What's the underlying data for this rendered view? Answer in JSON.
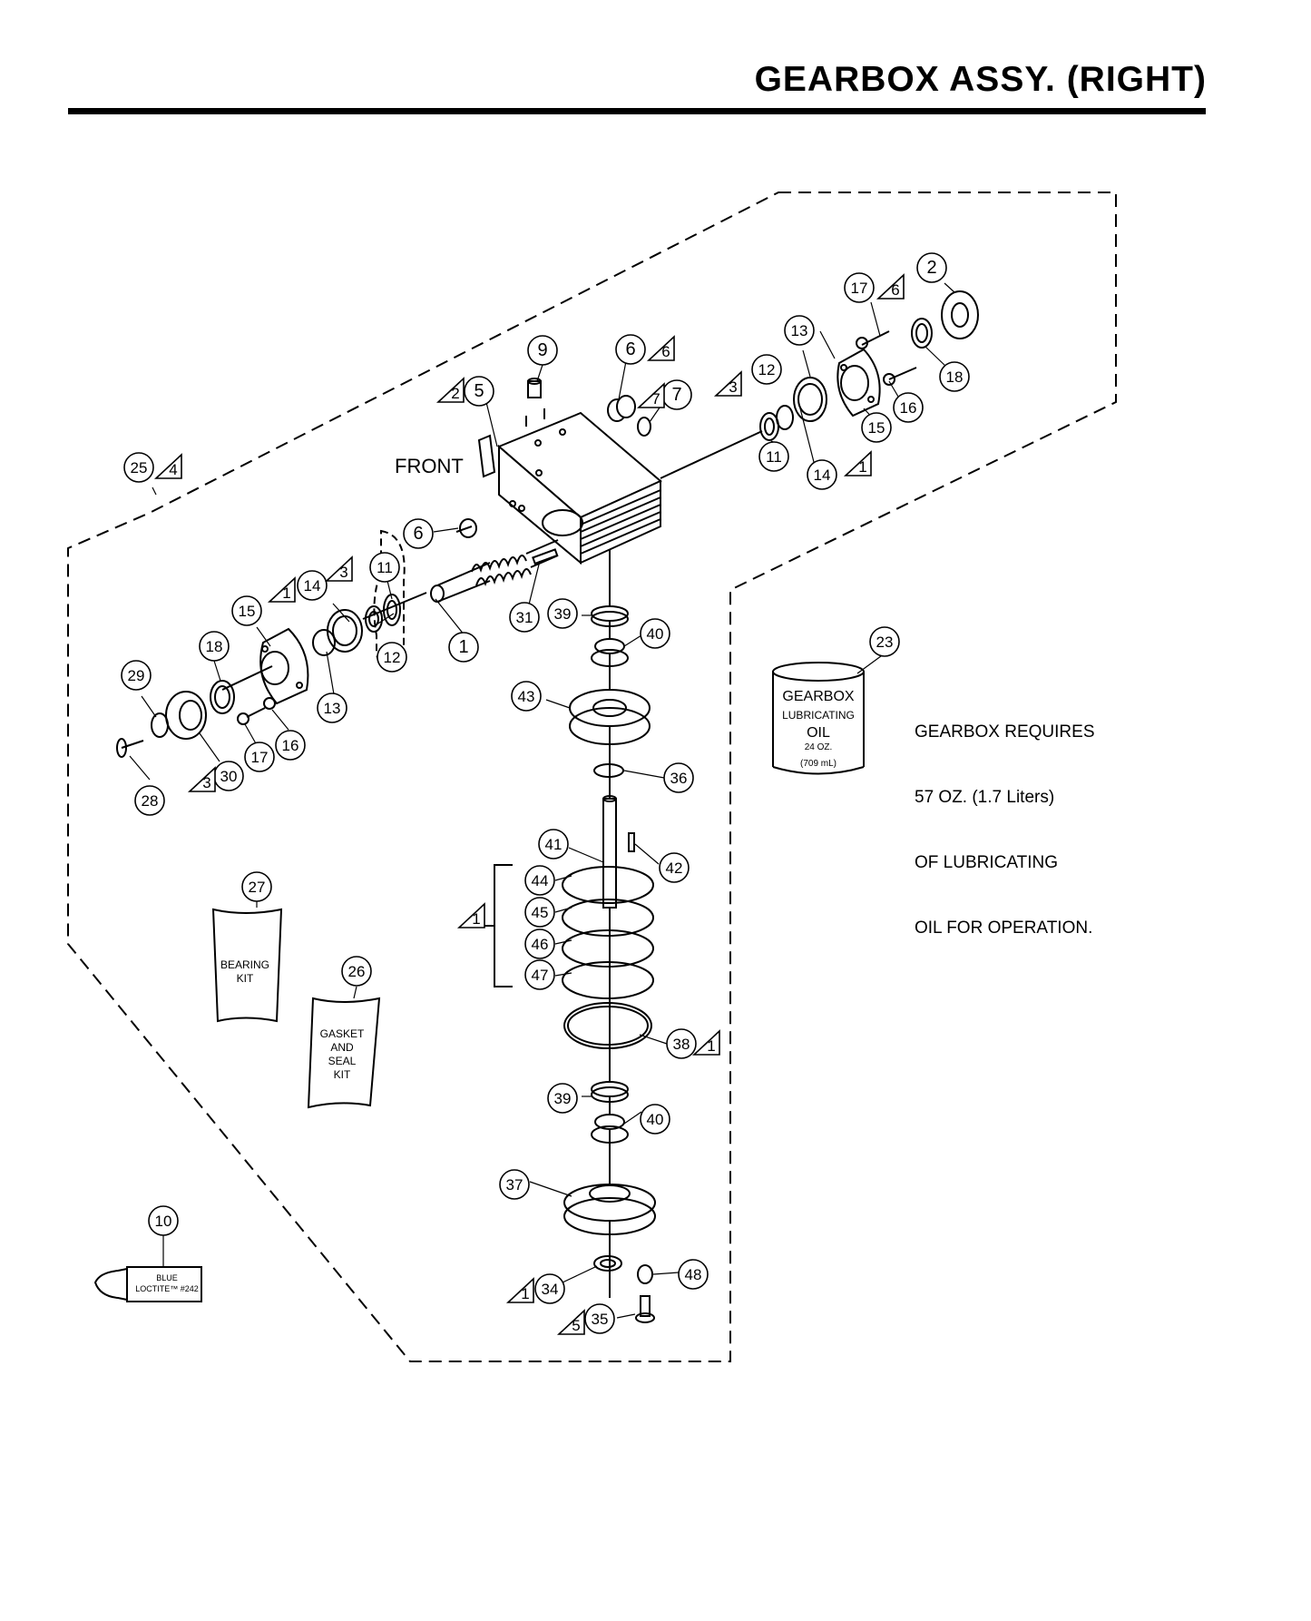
{
  "title": "GEARBOX ASSY. (RIGHT)",
  "front_label": "FRONT",
  "note_lines": [
    "GEARBOX REQUIRES",
    "57 OZ. (1.7 Liters)",
    "OF LUBRICATING",
    "OIL FOR OPERATION."
  ],
  "oil_can": {
    "line1": "GEARBOX",
    "line2": "LUBRICATING",
    "line3": "OIL",
    "line4": "24 OZ.",
    "line5": "(709 mL)"
  },
  "bearing_kit": {
    "line1": "BEARING",
    "line2": "KIT"
  },
  "gasket_kit": {
    "line1": "GASKET",
    "line2": "AND",
    "line3": "SEAL",
    "line4": "KIT"
  },
  "loctite": {
    "line1": "BLUE",
    "line2": "LOCTITE™ #242"
  },
  "callouts": [
    "1",
    "2",
    "5",
    "6",
    "7",
    "9",
    "10",
    "11",
    "12",
    "13",
    "14",
    "15",
    "16",
    "17",
    "18",
    "23",
    "25",
    "26",
    "27",
    "28",
    "29",
    "30",
    "31",
    "34",
    "35",
    "36",
    "37",
    "38",
    "39",
    "40",
    "41",
    "42",
    "43",
    "44",
    "45",
    "46",
    "47",
    "48"
  ],
  "note_markers": [
    "1",
    "2",
    "3",
    "4",
    "5",
    "6",
    "7"
  ]
}
